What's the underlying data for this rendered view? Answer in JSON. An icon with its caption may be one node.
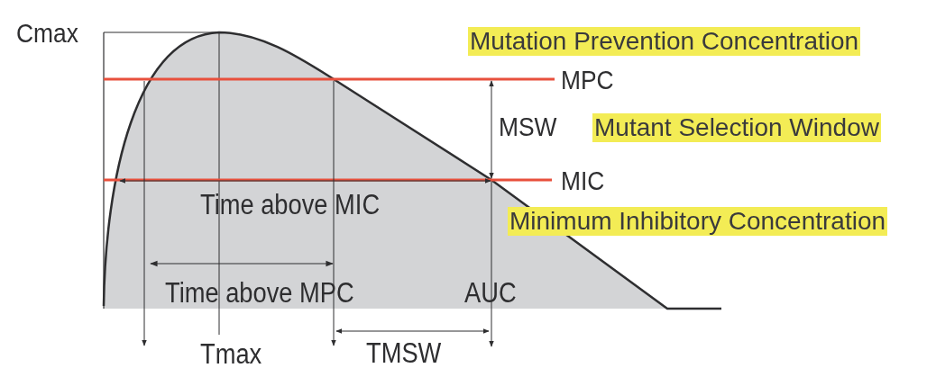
{
  "diagram": {
    "labels": [
      "Cmax",
      "Mutation Prevention Concentration",
      "MPC",
      "MSW",
      "Mutant Selection Window",
      "MIC",
      "Time above MIC",
      "Minimum Inhibitory Concentration",
      "Time above MPC",
      "AUC",
      "Tmax",
      "TMSW"
    ]
  }
}
